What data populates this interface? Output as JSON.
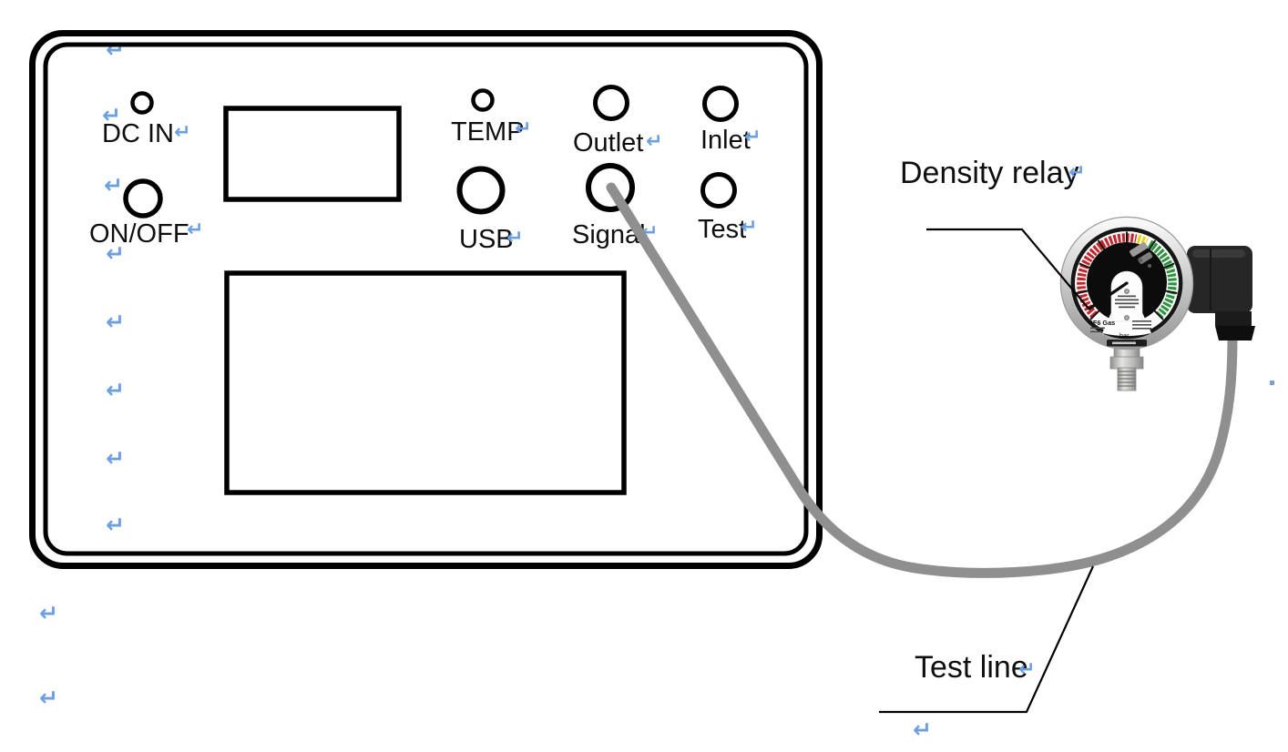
{
  "figure": {
    "background": "#ffffff",
    "panel": {
      "dc_in": "DC IN",
      "on_off": "ON/OFF",
      "temp": "TEMP",
      "usb": "USB",
      "outlet": "Outlet",
      "inlet": "Inlet",
      "signal": "Signal",
      "test": "Test"
    },
    "callouts": {
      "density_relay": "Density relay",
      "test_line": "Test line"
    },
    "gauge": {
      "gas_label": "SF6 Gas",
      "unit_label": "bar",
      "band_colors": {
        "low": "#c1272d",
        "warning": "#e6d21f",
        "normal": "#2f9240"
      },
      "cable_color": "#8f8f8f",
      "connector_color": "#262626"
    },
    "format_mark": "↵",
    "format_mark_color": "#6CA0E2"
  }
}
